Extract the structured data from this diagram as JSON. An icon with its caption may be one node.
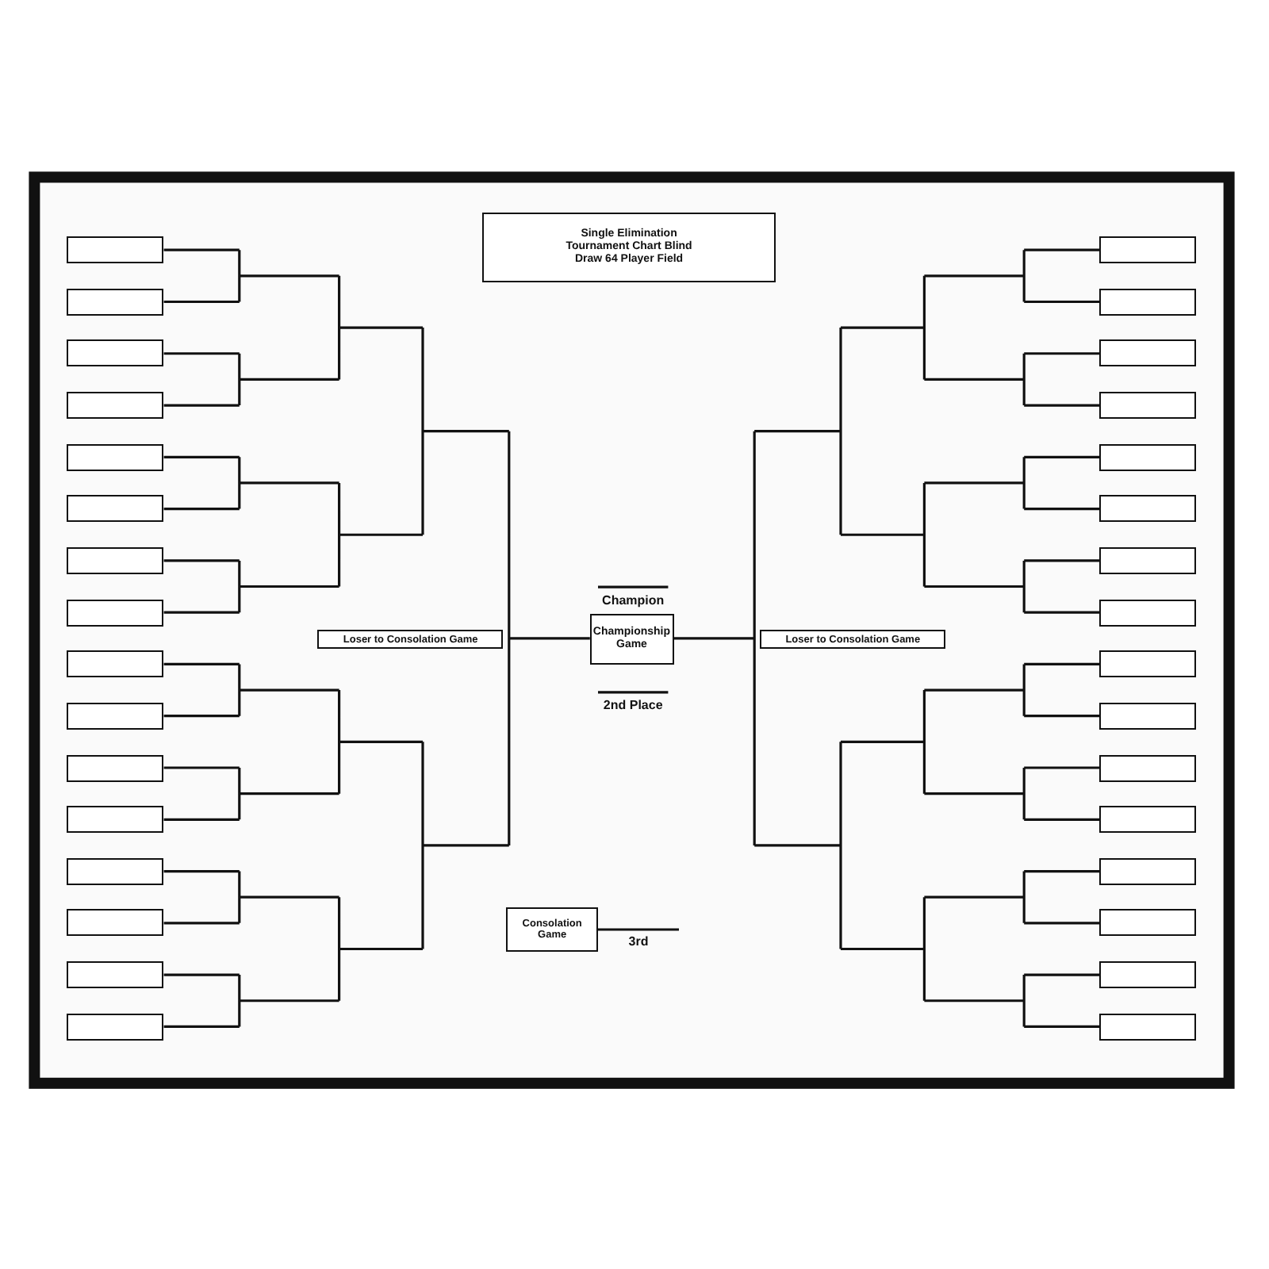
{
  "diagram": {
    "nodes": [
      {
        "text": [
          "Single Elimination Tournament Chart Blind Draw 64 Player Field"
        ]
      },
      {
        "text": [
          "Loser to Consolation Game"
        ]
      },
      {
        "text": [
          "Championship Game"
        ]
      },
      {
        "text": [
          "Loser to Consolation Game"
        ]
      },
      {
        "text": [
          "Consolation Game"
        ]
      },
      {
        "text": [],
        "shape": "box"
      },
      {
        "text": [],
        "shape": "box"
      },
      {
        "text": [],
        "shape": "box"
      },
      {
        "text": [],
        "shape": "box"
      },
      {
        "text": [],
        "shape": "box"
      },
      {
        "text": [],
        "shape": "box"
      },
      {
        "text": [],
        "shape": "box"
      },
      {
        "text": [],
        "shape": "box"
      },
      {
        "text": [],
        "shape": "box"
      },
      {
        "text": [],
        "shape": "box"
      },
      {
        "text": [],
        "shape": "box"
      },
      {
        "text": [],
        "shape": "box"
      },
      {
        "text": [],
        "shape": "box"
      },
      {
        "text": [],
        "shape": "box"
      },
      {
        "text": [],
        "shape": "box"
      },
      {
        "text": [],
        "shape": "box"
      },
      {
        "text": [],
        "shape": "box"
      },
      {
        "text": [],
        "shape": "box"
      },
      {
        "text": [],
        "shape": "box"
      },
      {
        "text": [],
        "shape": "box"
      },
      {
        "text": [],
        "shape": "box"
      },
      {
        "text": [],
        "shape": "box"
      },
      {
        "text": [],
        "shape": "box"
      },
      {
        "text": [],
        "shape": "box"
      },
      {
        "text": [],
        "shape": "box"
      },
      {
        "text": [],
        "shape": "box"
      },
      {
        "text": [],
        "shape": "box"
      },
      {
        "text": [],
        "shape": "box"
      },
      {
        "text": [],
        "shape": "box"
      },
      {
        "text": [],
        "shape": "box"
      },
      {
        "text": [],
        "shape": "box"
      },
      {
        "text": [],
        "shape": "box"
      }
    ],
    "labels": [
      "Champion",
      "2nd Place",
      "3rd"
    ]
  }
}
